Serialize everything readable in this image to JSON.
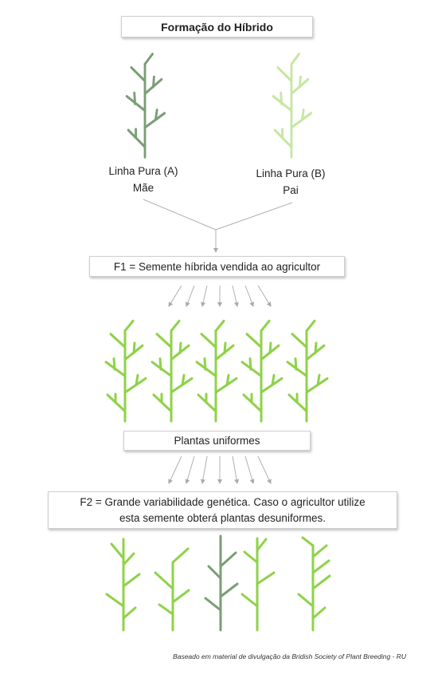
{
  "title": "Formação do Híbrido",
  "parents": {
    "a_line": "Linha Pura (A)",
    "a_role": "Mãe",
    "b_line": "Linha Pura (B)",
    "b_role": "Pai"
  },
  "f1_label": "F1 = Semente híbrida vendida ao agricultor",
  "uniform_label": "Plantas uniformes",
  "f2_line1": "F2 = Grande variabilidade genética. Caso o agricultor utilize",
  "f2_line2": "esta semente obterá plantas desuniformes.",
  "credit": "Baseado em material de divulgação da Bridish Society of Plant Breeding - RU",
  "colors": {
    "parent_a": "#7a9e75",
    "parent_b": "#c8e6a2",
    "hybrid": "#8fd24a",
    "off_type": "#7a9e75"
  }
}
